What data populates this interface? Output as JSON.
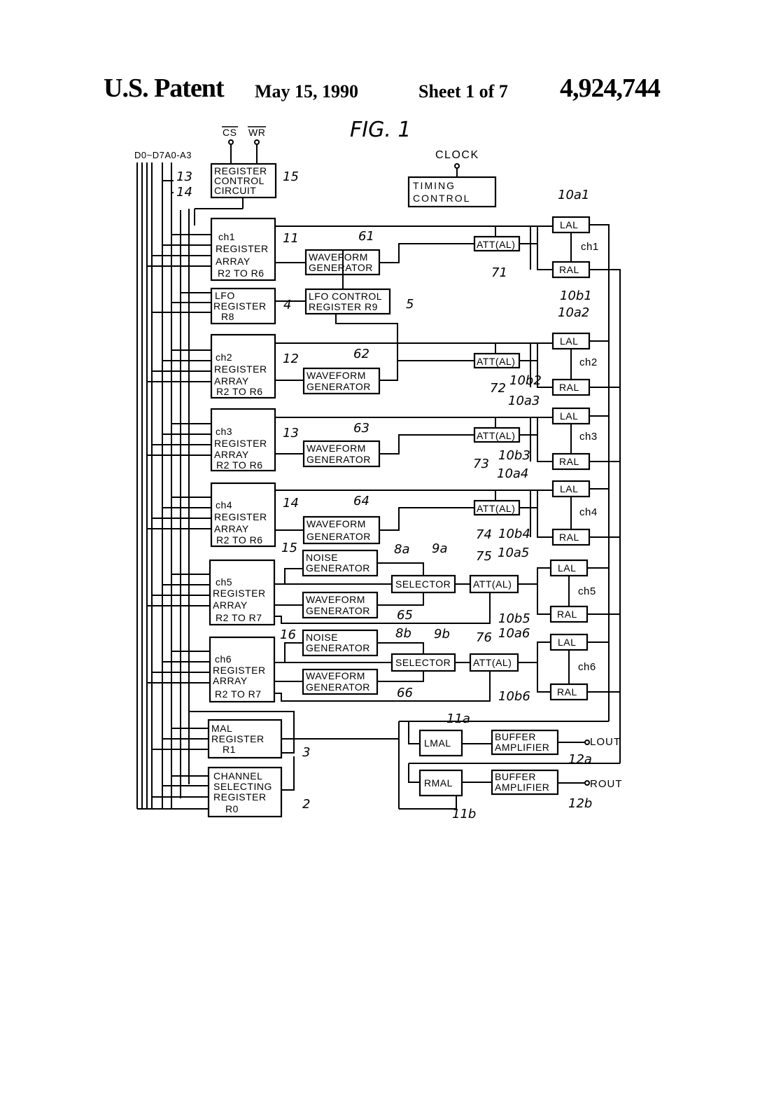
{
  "header": {
    "patent": "U.S. Patent",
    "date": "May 15, 1990",
    "sheet": "Sheet 1 of 7",
    "number": "4,924,744"
  },
  "figure": {
    "title": "FIG. 1",
    "inputs": {
      "bus": "D0~D7A0-A3",
      "cs": "CS",
      "wr": "WR",
      "clock": "CLOCK"
    },
    "bus_refs": {
      "line13": "13",
      "line14": "14"
    },
    "register_control": {
      "l1": "REGISTER",
      "l2": "CONTROL",
      "l3": "CIRCUIT",
      "ref": "15"
    },
    "timing_control": {
      "l1": "TIMING",
      "l2": "CONTROL"
    },
    "lfo_register": {
      "l1": "LFO",
      "l2": "REGISTER",
      "l3": "R8",
      "ref": "4"
    },
    "lfo_control": {
      "l1": "LFO CONTROL",
      "l2": "REGISTER R9",
      "ref": "5"
    },
    "channels": [
      {
        "reg": [
          "ch1",
          "REGISTER",
          "ARRAY",
          "R2 TO R6"
        ],
        "reg_ref": "11",
        "wave": [
          "WAVEFORM",
          "GENERATOR"
        ],
        "wave_ref": "61",
        "att": "ATT(AL)",
        "att_ref": "71",
        "lal_ref": "10a1",
        "ral_ref": "10b1",
        "label": "ch1"
      },
      {
        "reg": [
          "ch2",
          "REGISTER",
          "ARRAY",
          "R2 TO R6"
        ],
        "reg_ref": "12",
        "wave": [
          "WAVEFORM",
          "GENERATOR"
        ],
        "wave_ref": "62",
        "att": "ATT(AL)",
        "att_ref": "72",
        "lal_ref": "10a2",
        "ral_ref": "10b2",
        "label": "ch2"
      },
      {
        "reg": [
          "ch3",
          "REGISTER",
          "ARRAY",
          "R2 TO R6"
        ],
        "reg_ref": "13",
        "wave": [
          "WAVEFORM",
          "GENERATOR"
        ],
        "wave_ref": "63",
        "att": "ATT(AL)",
        "att_ref": "73",
        "lal_ref": "10a3",
        "ral_ref": "10b3",
        "label": "ch3"
      },
      {
        "reg": [
          "ch4",
          "REGISTER",
          "ARRAY",
          "R2 TO R6"
        ],
        "reg_ref": "14",
        "wave": [
          "WAVEFORM",
          "GENERATOR"
        ],
        "wave_ref": "64",
        "att": "ATT(AL)",
        "att_ref": "74",
        "lal_ref": "10a4",
        "ral_ref": "10b4",
        "label": "ch4"
      },
      {
        "reg": [
          "ch5",
          "REGISTER",
          "ARRAY",
          "R2 TO R7"
        ],
        "reg_ref": "15",
        "wave": [
          "WAVEFORM",
          "GENERATOR"
        ],
        "wave_ref": "65",
        "noise": [
          "NOISE",
          "GENERATOR"
        ],
        "noise_ref": "8a",
        "selector": "SELECTOR",
        "sel_ref": "9a",
        "att": "ATT(AL)",
        "att_ref": "75",
        "lal_ref": "10a5",
        "ral_ref": "10b5",
        "label": "ch5"
      },
      {
        "reg": [
          "ch6",
          "REGISTER",
          "ARRAY",
          "R2 TO R7"
        ],
        "reg_ref": "16",
        "wave": [
          "WAVEFORM",
          "GENERATOR"
        ],
        "wave_ref": "66",
        "noise": [
          "NOISE",
          "GENERATOR"
        ],
        "noise_ref": "8b",
        "selector": "SELECTOR",
        "sel_ref": "9b",
        "att": "ATT(AL)",
        "att_ref": "76",
        "lal_ref": "10a6",
        "ral_ref": "10b6",
        "label": "ch6"
      }
    ],
    "lal_label": "LAL",
    "ral_label": "RAL",
    "mal_register": {
      "l1": "MAL",
      "l2": "REGISTER",
      "l3": "R1",
      "ref": "3"
    },
    "channel_select": {
      "l1": "CHANNEL",
      "l2": "SELECTING",
      "l3": "REGISTER",
      "l4": "R0",
      "ref": "2"
    },
    "lmal": {
      "label": "LMAL",
      "ref": "11a"
    },
    "rmal": {
      "label": "RMAL",
      "ref": "11b"
    },
    "buffer_l": {
      "l1": "BUFFER",
      "l2": "AMPLIFIER",
      "ref": "12a",
      "out": "LOUT"
    },
    "buffer_r": {
      "l1": "BUFFER",
      "l2": "AMPLIFIER",
      "ref": "12b",
      "out": "ROUT"
    }
  }
}
